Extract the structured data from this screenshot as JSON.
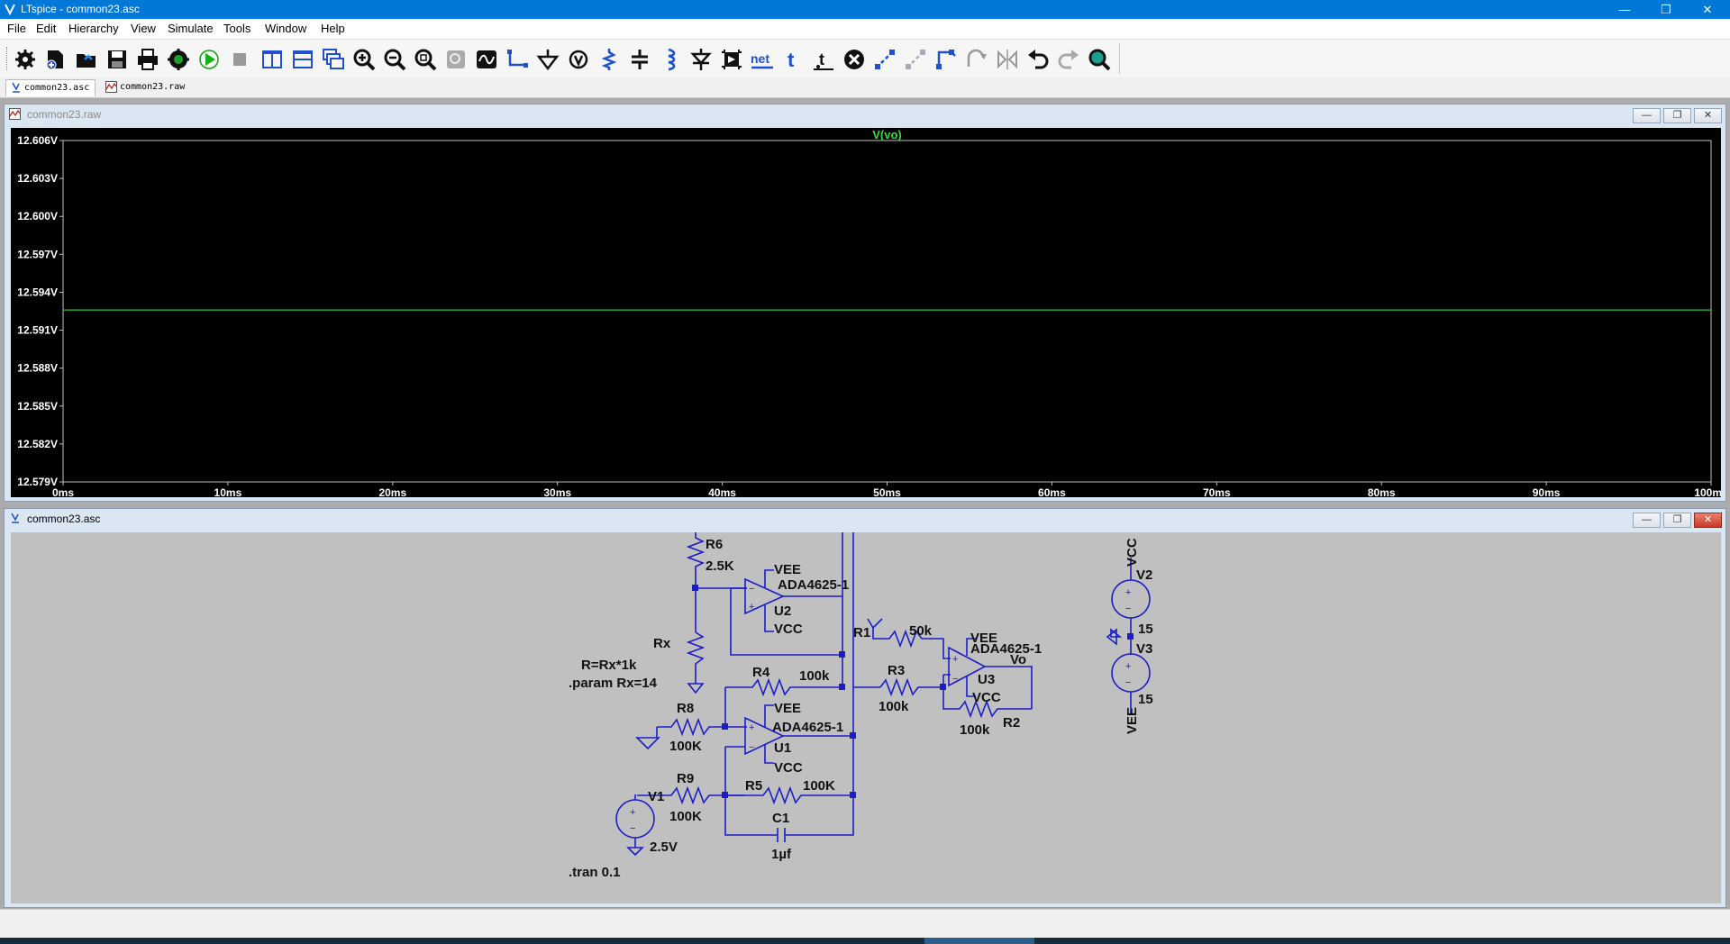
{
  "window": {
    "title": "LTspice - common23.asc",
    "buttons": {
      "minimize": "—",
      "restore": "❐",
      "close": "✕"
    }
  },
  "menu": [
    "File",
    "Edit",
    "Hierarchy",
    "View",
    "Simulate",
    "Tools",
    "Window",
    "Help"
  ],
  "toolbar": {
    "net_label": "net",
    "t_label": "t",
    "buttons": [
      "settings-icon",
      "new-schematic-icon",
      "open-icon",
      "save-icon",
      "print-icon",
      "control-panel-icon",
      "run-icon",
      "halt-icon",
      "zoom-in-icon",
      "zoom-out-icon",
      "zoom-fit-icon",
      "zoom-back-icon",
      "autorange-icon",
      "tile-vertical-icon",
      "tile-horizontal-icon",
      "cascade-icon",
      "wire-icon",
      "ground-icon",
      "label-net-icon",
      "resistor-icon",
      "capacitor-icon",
      "inductor-icon",
      "diode-icon",
      "component-icon",
      "move-icon",
      "drag-icon",
      "undo-icon",
      "redo-icon",
      "rotate-icon",
      "mirror-icon",
      "text-icon",
      "spice-directive-icon",
      "delete-icon",
      "duplicate-icon",
      "find-icon"
    ]
  },
  "doc_tabs": [
    {
      "label": "common23.asc",
      "active": true
    },
    {
      "label": "common23.raw",
      "active": false
    }
  ],
  "waveform": {
    "title": "common23.raw",
    "trace_name": "V(vo)",
    "colors": {
      "trace": "#2ec42e",
      "label": "#35e035",
      "axis": "#ffffff"
    }
  },
  "chart_data": {
    "type": "line",
    "title": "V(vo)",
    "xlabel": "",
    "ylabel": "",
    "x_ticks": [
      "0ms",
      "10ms",
      "20ms",
      "30ms",
      "40ms",
      "50ms",
      "60ms",
      "70ms",
      "80ms",
      "90ms",
      "100ms"
    ],
    "y_ticks": [
      "12.606V",
      "12.603V",
      "12.600V",
      "12.597V",
      "12.594V",
      "12.591V",
      "12.588V",
      "12.585V",
      "12.582V",
      "12.579V"
    ],
    "xlim": [
      0,
      100
    ],
    "ylim": [
      12.579,
      12.606
    ],
    "series": [
      {
        "name": "V(vo)",
        "x": [
          0,
          100
        ],
        "y": [
          12.5926,
          12.5926
        ]
      }
    ],
    "grid": false
  },
  "schematic": {
    "title": "common23.asc",
    "labels": {
      "R6": "R6",
      "R6v": "2.5K",
      "Rx": "Rx",
      "Rxexpr": "R=Rx*1k",
      "param": ".param Rx=14",
      "R8": "R8",
      "R8v": "100K",
      "R9": "R9",
      "R9v": "100K",
      "V1": "V1",
      "V1v": "2.5V",
      "tran": ".tran 0.1",
      "U2vee": "VEE",
      "U2part": "ADA4625-1",
      "U2": "U2",
      "U2vcc": "VCC",
      "R1": "R1",
      "R1v": "50k",
      "R4": "R4",
      "R4v": "100k",
      "U1vee": "VEE",
      "U1part": "ADA4625-1",
      "U1": "U1",
      "U1vcc": "VCC",
      "R5": "R5",
      "R5v": "100K",
      "C1": "C1",
      "C1v": "1µf",
      "R3": "R3",
      "R3v": "100k",
      "U3vee": "VEE",
      "U3part": "ADA4625-1",
      "U3": "U3",
      "U3vcc": "VCC",
      "Vo": "Vo",
      "R2": "R2",
      "R2v": "100k",
      "VCC": "VCC",
      "V2": "V2",
      "V2v": "15",
      "V3": "V3",
      "V3v": "15",
      "VEE": "VEE"
    }
  }
}
